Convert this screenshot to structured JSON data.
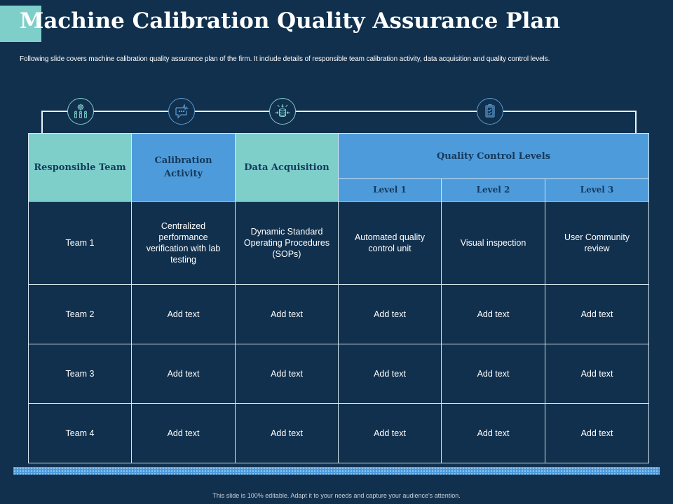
{
  "title": "Machine Calibration Quality Assurance Plan",
  "subtitle": "Following slide covers machine calibration quality assurance plan of the firm. It include details of responsible team calibration activity, data acquisition and quality control levels.",
  "colors": {
    "background": "#11304d",
    "teal": "#7ecfca",
    "blue": "#4e9bdb",
    "header_text": "#143a5c"
  },
  "icons": [
    {
      "name": "team-gear-icon",
      "column": "Responsible Team"
    },
    {
      "name": "chat-signal-icon",
      "column": "Calibration Activity"
    },
    {
      "name": "database-inflow-icon",
      "column": "Data Acquisition"
    },
    {
      "name": "clipboard-check-icon",
      "column": "Quality Control Levels"
    }
  ],
  "table": {
    "headers": {
      "responsible_team": "Responsible Team",
      "calibration_activity": "Calibration Activity",
      "data_acquisition": "Data Acquisition",
      "quality_control": "Quality Control Levels",
      "levels": [
        "Level 1",
        "Level 2",
        "Level 3"
      ]
    },
    "rows": [
      {
        "team": "Team 1",
        "calibration": "Centralized performance verification  with lab testing",
        "data": "Dynamic Standard Operating Procedures (SOPs)",
        "level1": "Automated quality control unit",
        "level2": "Visual inspection",
        "level3": "User Community review"
      },
      {
        "team": "Team 2",
        "calibration": "Add text",
        "data": "Add text",
        "level1": "Add text",
        "level2": "Add text",
        "level3": "Add text"
      },
      {
        "team": "Team 3",
        "calibration": "Add text",
        "data": "Add text",
        "level1": "Add text",
        "level2": "Add text",
        "level3": "Add text"
      },
      {
        "team": "Team 4",
        "calibration": "Add text",
        "data": "Add text",
        "level1": "Add text",
        "level2": "Add text",
        "level3": "Add text"
      }
    ]
  },
  "footer": "This slide is 100% editable. Adapt it to your needs and capture your audience's attention."
}
